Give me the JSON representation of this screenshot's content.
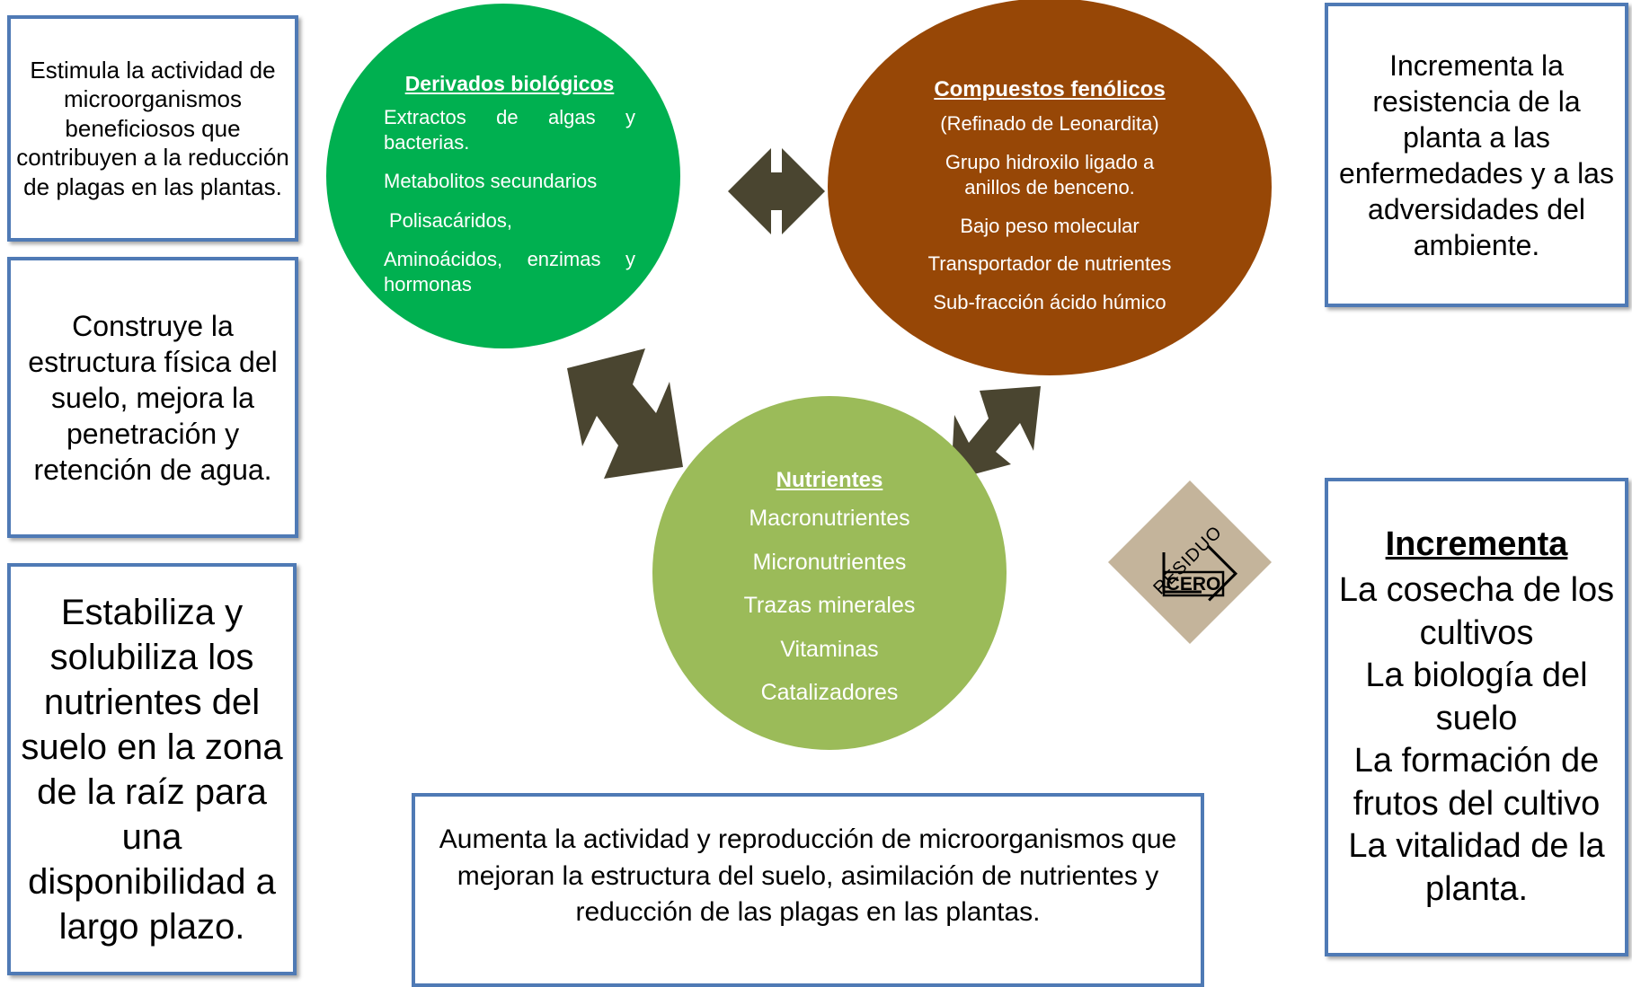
{
  "left_boxes": [
    {
      "text": "Estimula la actividad de microorganismos beneficiosos que contribuyen a la reducción de plagas en las plantas."
    },
    {
      "text": "Construye la estructura física del suelo, mejora la penetración y retención de agua."
    },
    {
      "text": "Estabiliza y solubiliza los nutrientes del suelo en la zona de la raíz para una disponibilidad a largo plazo."
    }
  ],
  "right_top_box": {
    "text": "Incrementa la resistencia de la planta a las enfermedades y a las adversidades del ambiente."
  },
  "right_bottom_box": {
    "title": "Incrementa",
    "lines": [
      "La cosecha de los cultivos",
      "La biología del suelo",
      "La formación de frutos del cultivo",
      "La vitalidad de la planta."
    ]
  },
  "bottom_box": {
    "text": "Aumenta la actividad y reproducción de microorganismos que mejoran la estructura del suelo, asimilación de nutrientes y reducción de las plagas en las plantas."
  },
  "circles": {
    "biological": {
      "title": "Derivados biológicos",
      "items": [
        "Extractos de algas y bacterias.",
        "Metabolitos secundarios",
        "Polisacáridos,",
        "Aminoácidos, enzimas y hormonas"
      ],
      "color": "#00b050"
    },
    "phenolic": {
      "title": "Compuestos fenólicos",
      "items": [
        "(Refinado de Leonardita)",
        "Grupo hidroxilo ligado a anillos de benceno.",
        "Bajo peso molecular",
        "Transportador de nutrientes",
        "Sub-fracción ácido húmico"
      ],
      "color": "#974706"
    },
    "nutrients": {
      "title": "Nutrientes",
      "items": [
        "Macronutrientes",
        "Micronutrientes",
        "Trazas minerales",
        "Vitaminas",
        "Catalizadores"
      ],
      "color": "#9bbb59"
    }
  },
  "logo": {
    "top_text": "RESIDUO",
    "bottom_text": "CERO",
    "color": "#c4b49b"
  },
  "arrow_color": "#4a4530"
}
